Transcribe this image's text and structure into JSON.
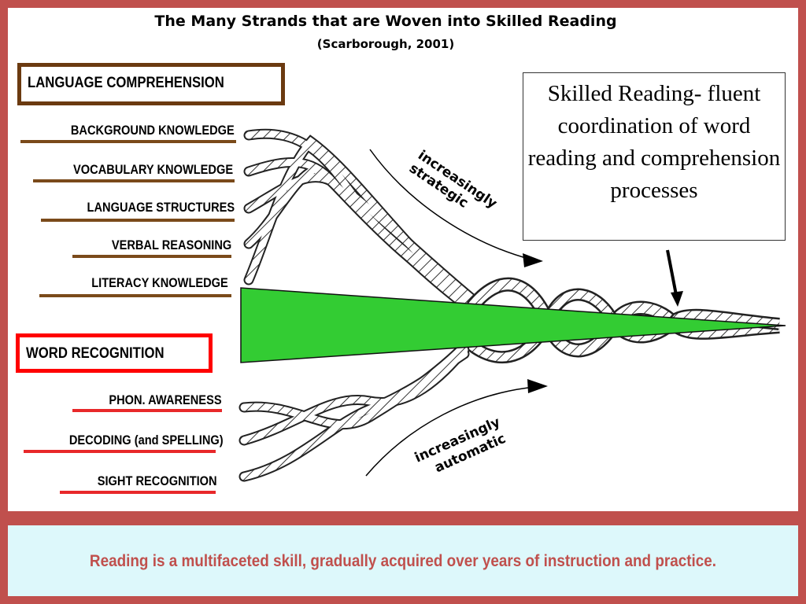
{
  "title": "The Many Strands that are Woven into Skilled Reading",
  "subtitle": "(Scarborough, 2001)",
  "language_comprehension": {
    "heading": "LANGUAGE COMPREHENSION",
    "color": "#6b3a10",
    "items": [
      "BACKGROUND KNOWLEDGE",
      "VOCABULARY KNOWLEDGE",
      "LANGUAGE STRUCTURES",
      "VERBAL REASONING",
      "LITERACY KNOWLEDGE"
    ]
  },
  "word_recognition": {
    "heading": "WORD RECOGNITION",
    "color": "#ff0000",
    "items": [
      "PHON. AWARENESS",
      "DECODING (and SPELLING)",
      "SIGHT RECOGNITION"
    ]
  },
  "arrow_labels": {
    "upper": "increasingly strategic",
    "lower": "increasingly automatic"
  },
  "callout": "Skilled Reading- fluent coordination of word reading and comprehension processes",
  "banner": "Reading is a multifaceted skill, gradually acquired over years of instruction and practice.",
  "colors": {
    "frame": "#c0504d",
    "banner_bg": "#ddf8fb",
    "wedge": "#33cc33"
  }
}
